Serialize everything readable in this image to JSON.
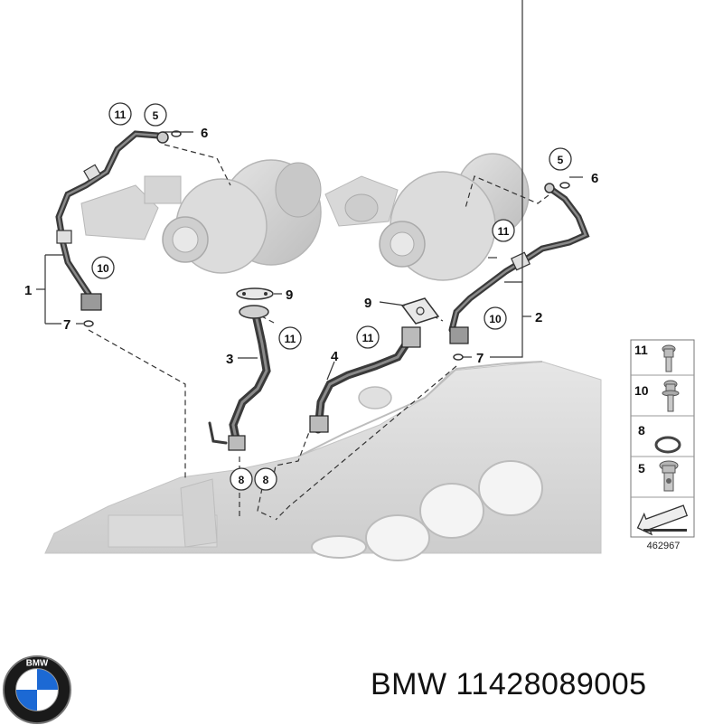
{
  "diagram": {
    "callouts": {
      "c11_top": "11",
      "c5_top": "5",
      "c6_top": "6",
      "c10_left": "10",
      "c1": "1",
      "c7_left": "7",
      "c9_left": "9",
      "c3": "3",
      "c11_mid": "11",
      "c9_right": "9",
      "c4": "4",
      "c11_right": "11",
      "c10_right": "10",
      "c2": "2",
      "c7_right": "7",
      "c5_right": "5",
      "c6_right": "6",
      "c11_right2": "11",
      "c8_a": "8",
      "c8_b": "8"
    },
    "legend": {
      "items": [
        "11",
        "10",
        "8",
        "5"
      ]
    },
    "reference_number": "462967"
  },
  "caption": {
    "logo_text": "BMW",
    "text": "BMW 11428089005"
  },
  "colors": {
    "hose": "#3a3a3a",
    "engine": "#d8d8d8",
    "turbo": "#cfcfcf",
    "leader": "#333333",
    "bmw_blue": "#1c69d4"
  }
}
